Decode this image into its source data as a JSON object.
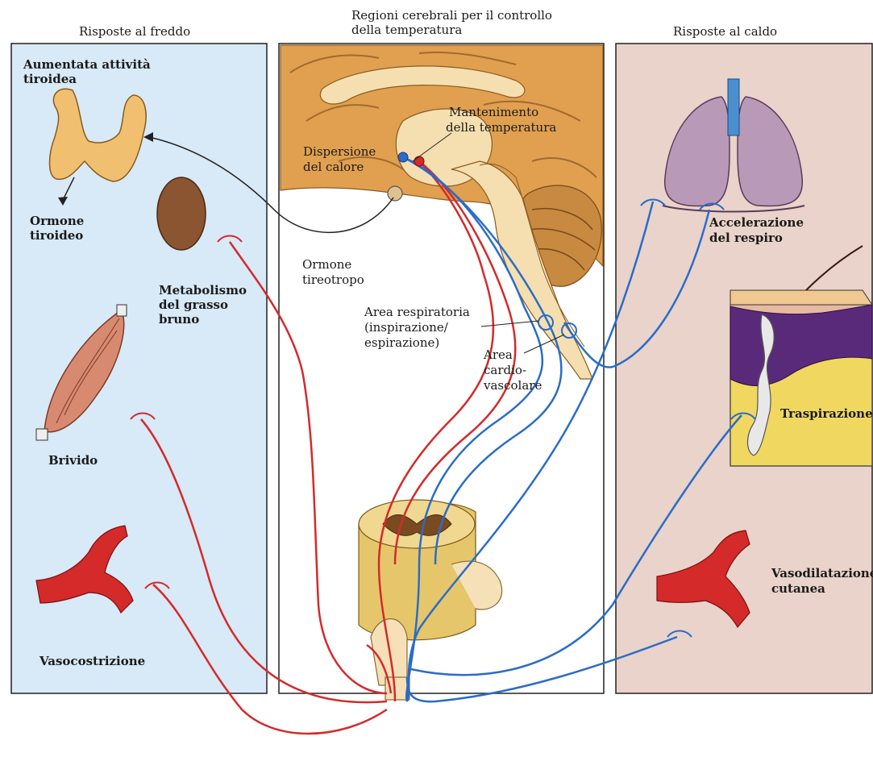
{
  "headers": {
    "cold": "Risposte al freddo",
    "brain_line1": "Regioni cerebrali per il controllo",
    "brain_line2": "della temperatura",
    "heat": "Risposte al caldo"
  },
  "cold_labels": {
    "thyroid_line1": "Aumentata attività",
    "thyroid_line2": "tiroidea",
    "hormone_line1": "Ormone",
    "hormone_line2": "tiroideo",
    "fat_line1": "Metabolismo",
    "fat_line2": "del grasso",
    "fat_line3": "bruno",
    "shiver": "Brivido",
    "vasoconstriction": "Vasocostrizione"
  },
  "brain_labels": {
    "maint_line1": "Mantenimento",
    "maint_line2": "della temperatura",
    "disp_line1": "Dispersione",
    "disp_line2": "del calore",
    "tsh_line1": "Ormone",
    "tsh_line2": "tireotropo",
    "resp_line1": "Area respiratoria",
    "resp_line2": "(inspirazione/",
    "resp_line3": "espirazione)",
    "cardio_line1": "Area",
    "cardio_line2": "cardio-",
    "cardio_line3": "vascolare"
  },
  "heat_labels": {
    "breath_line1": "Accelerazione",
    "breath_line2": "del respiro",
    "sweat": "Traspirazione",
    "vasodil_line1": "Vasodilatazione",
    "vasodil_line2": "cutanea"
  },
  "colors": {
    "cold_panel": "#d8e9f7",
    "heat_panel": "#e9d3ca",
    "cold_nerve": "#d42a2a",
    "heat_nerve": "#2a6cc8",
    "brain": "#e0a050",
    "brainstem": "#f5dfb0"
  }
}
